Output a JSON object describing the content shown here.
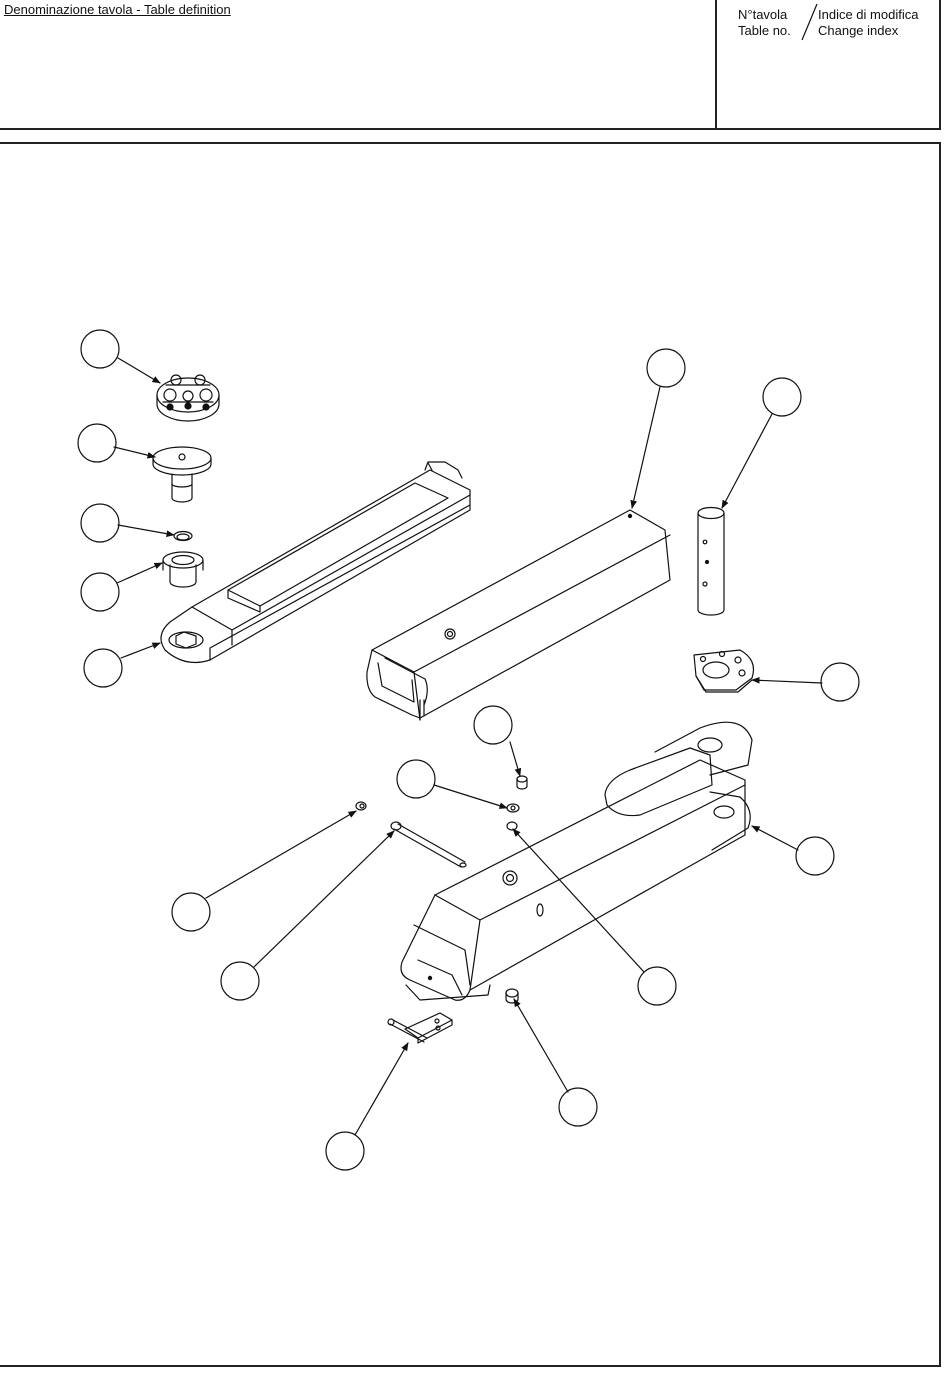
{
  "title_block": {
    "table_definition_label": "Denominazione tavola - Table definition",
    "table_no_it": "N°tavola",
    "table_no_en": "Table no.",
    "change_index_it": "Indice di modifica",
    "change_index_en": "Change index"
  },
  "callouts": [
    {
      "id": "callout-1",
      "label": ""
    },
    {
      "id": "callout-2",
      "label": ""
    },
    {
      "id": "callout-3",
      "label": ""
    },
    {
      "id": "callout-4",
      "label": ""
    },
    {
      "id": "callout-5",
      "label": ""
    },
    {
      "id": "callout-6",
      "label": ""
    },
    {
      "id": "callout-7",
      "label": ""
    },
    {
      "id": "callout-8",
      "label": ""
    },
    {
      "id": "callout-9",
      "label": ""
    },
    {
      "id": "callout-10",
      "label": ""
    },
    {
      "id": "callout-11",
      "label": ""
    },
    {
      "id": "callout-12",
      "label": ""
    },
    {
      "id": "callout-13",
      "label": ""
    },
    {
      "id": "callout-14",
      "label": ""
    },
    {
      "id": "callout-15",
      "label": ""
    },
    {
      "id": "callout-16",
      "label": ""
    }
  ],
  "colors": {
    "line": "#111111",
    "background": "#ffffff"
  }
}
